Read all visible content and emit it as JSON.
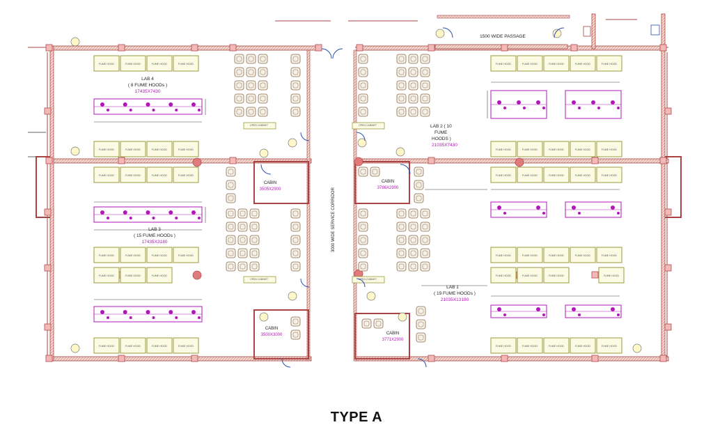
{
  "caption": "TYPE A",
  "corridor_label": "3000 WIDE SERVICE CORRIDOR",
  "passage_label": "1500 WIDE PASSAGE",
  "fume_hood_label": "FUME HOOD",
  "open_cabinet_label": "OPEN CABINET",
  "labs": [
    {
      "id": "lab4",
      "name": "LAB 4",
      "hoods": "( 8 FUME HOODs )",
      "size": "17435X7430"
    },
    {
      "id": "lab3",
      "name": "LAB 3",
      "hoods": "( 15 FUME HOODs )",
      "size": "17435X3180"
    },
    {
      "id": "lab2",
      "name": "LAB 2 ( 10",
      "hoods": "FUME",
      "hoods2": "HOODS )",
      "size": "21035X7430"
    },
    {
      "id": "lab1",
      "name": "LAB 1",
      "hoods": "( 19 FUME HOODs )",
      "size": "21035X13180"
    }
  ],
  "cabins": [
    {
      "id": "cabin-a",
      "name": "CABIN",
      "size": "3505X2900"
    },
    {
      "id": "cabin-b",
      "name": "CABIN",
      "size": "3786X2900"
    },
    {
      "id": "cabin-c",
      "name": "CABIN",
      "size": "3500X3000"
    },
    {
      "id": "cabin-d",
      "name": "CABIN",
      "size": "3771X2900"
    }
  ],
  "colors": {
    "wall": "#b04a4a",
    "wall_fill": "#f2d0c8",
    "column": "#e07b7b",
    "hood_stroke": "#9a9a3a",
    "hood_fill": "#fbfbe4",
    "magenta": "#b316b8",
    "furniture": "#8a6a4a",
    "dim": "#333333"
  }
}
